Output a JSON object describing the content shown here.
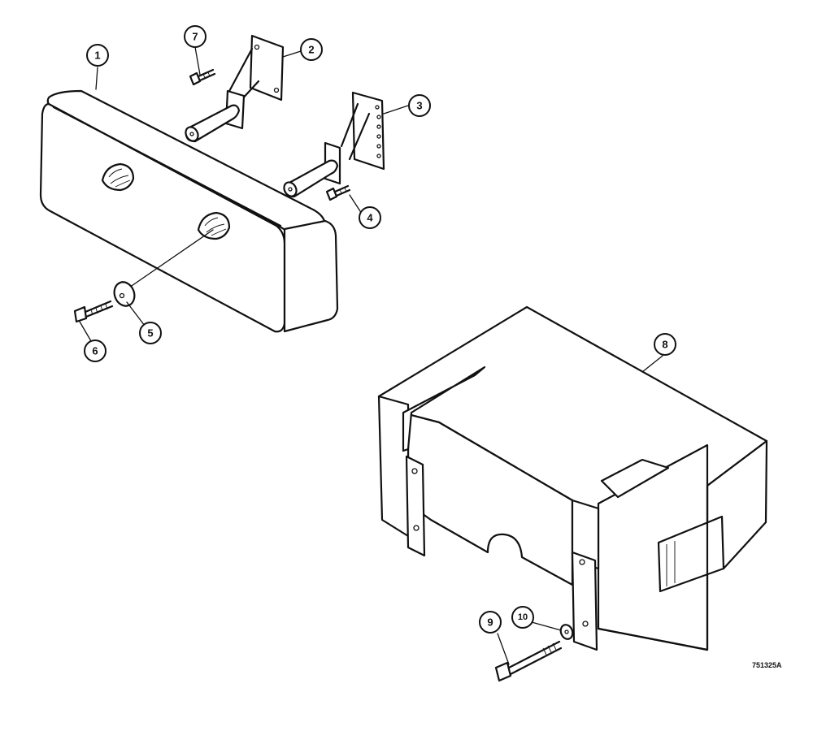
{
  "callouts": [
    {
      "id": "1",
      "label": "1"
    },
    {
      "id": "2",
      "label": "2"
    },
    {
      "id": "3",
      "label": "3"
    },
    {
      "id": "4",
      "label": "4"
    },
    {
      "id": "5",
      "label": "5"
    },
    {
      "id": "6",
      "label": "6"
    },
    {
      "id": "7",
      "label": "7"
    },
    {
      "id": "8",
      "label": "8"
    },
    {
      "id": "9",
      "label": "9"
    },
    {
      "id": "10",
      "label": "10"
    }
  ],
  "drawing_ref": "751325A"
}
